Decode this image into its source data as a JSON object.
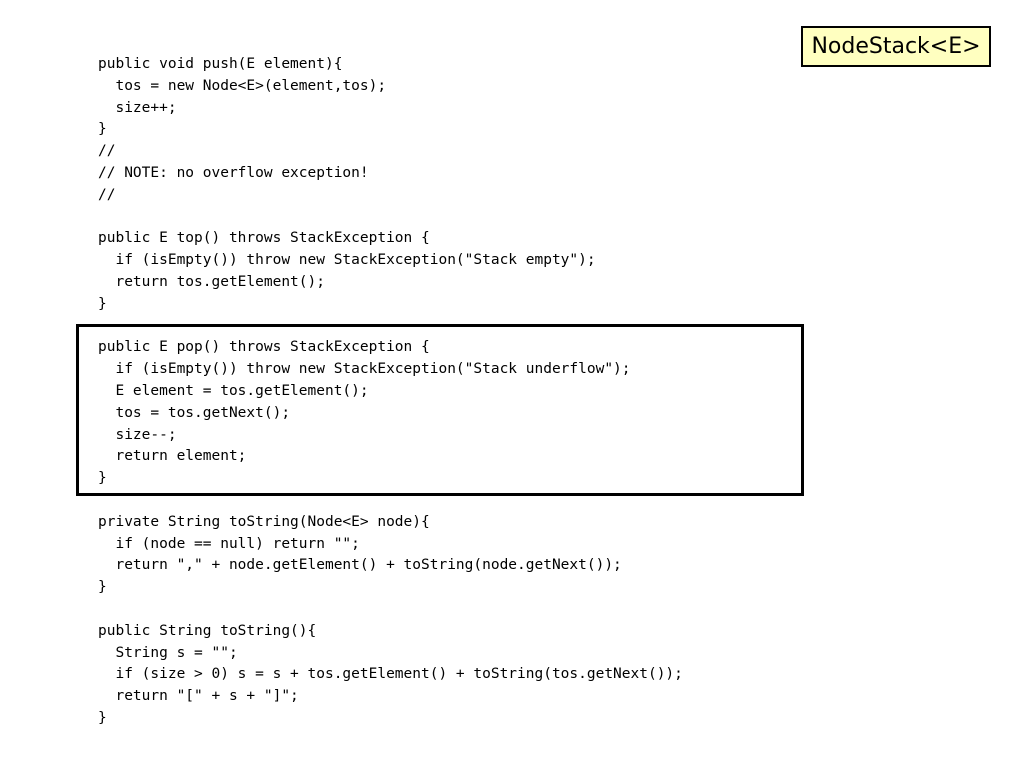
{
  "slide": {
    "title": "NodeStack<E>"
  },
  "code": {
    "lines": [
      "public void push(E element){",
      "  tos = new Node<E>(element,tos);",
      "  size++;",
      "}",
      "//",
      "// NOTE: no overflow exception!",
      "//",
      "",
      "public E top() throws StackException {",
      "  if (isEmpty()) throw new StackException(\"Stack empty\");",
      "  return tos.getElement();",
      "}",
      "",
      "public E pop() throws StackException {",
      "  if (isEmpty()) throw new StackException(\"Stack underflow\");",
      "  E element = tos.getElement();",
      "  tos = tos.getNext();",
      "  size--;",
      "  return element;",
      "}",
      "",
      "private String toString(Node<E> node){",
      "  if (node == null) return \"\";",
      "  return \",\" + node.getElement() + toString(node.getNext());",
      "}",
      "",
      "public String toString(){",
      "  String s = \"\";",
      "  if (size > 0) s = s + tos.getElement() + toString(tos.getNext());",
      "  return \"[\" + s + \"]\";",
      "}"
    ]
  }
}
